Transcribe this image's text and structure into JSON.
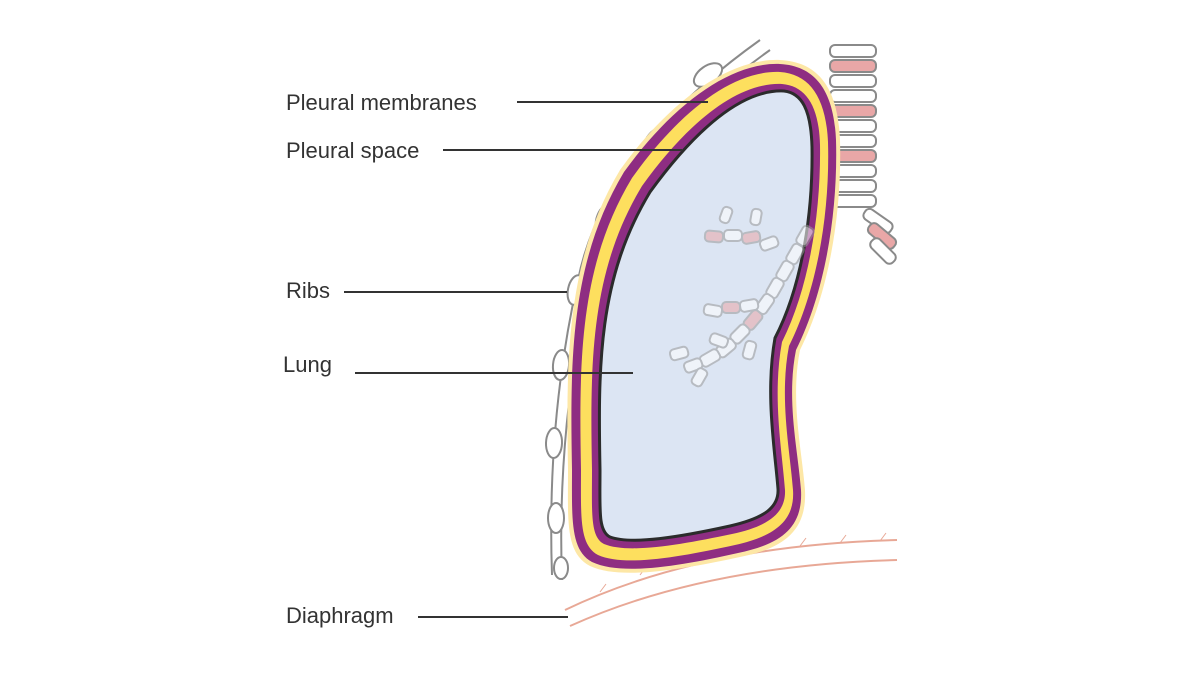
{
  "labels": {
    "pleural_membranes": "Pleural membranes",
    "pleural_space": "Pleural space",
    "ribs": "Ribs",
    "lung": "Lung",
    "diaphragm": "Diaphragm"
  },
  "colors": {
    "lung_fill": "#dce5f3",
    "pleural_space": "#fddf5e",
    "pleural_membrane": "#8e2d82",
    "lung_outline": "#2b2b2b",
    "ribs": "#8a8a8a",
    "diaphragm": "#e8a896",
    "trachea_ring": "#e9a7a7",
    "leader_line": "#333333"
  },
  "icons": [
    "trachea-icon",
    "bronchial-tree-icon",
    "ribs-icon",
    "diaphragm-icon"
  ]
}
